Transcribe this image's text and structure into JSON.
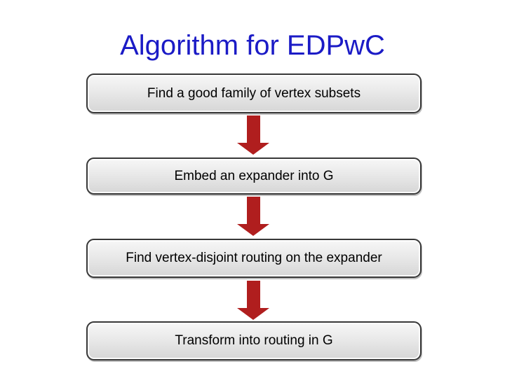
{
  "slide": {
    "title": "Algorithm for EDPwC",
    "title_color": "#1b1bc6",
    "background_color": "#ffffff",
    "steps": [
      {
        "label": "Find a good family of vertex subsets"
      },
      {
        "label": "Embed an expander into G"
      },
      {
        "label": "Find vertex-disjoint routing on the expander"
      },
      {
        "label": "Transform into routing in G"
      }
    ],
    "arrow_color": "#b01e1e",
    "box_border_color": "#383838",
    "box_fill_top": "#f7f7f7",
    "box_fill_bottom": "#d6d6d6",
    "box_text_color": "#000000"
  }
}
